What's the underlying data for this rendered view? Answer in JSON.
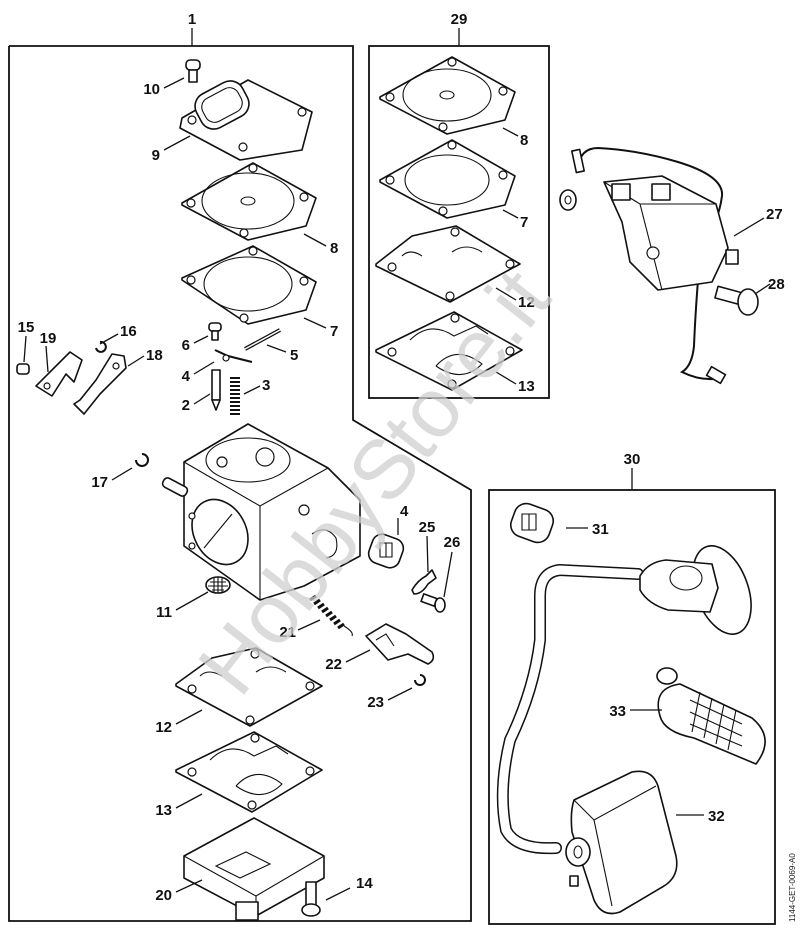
{
  "diagram": {
    "title": "Carburetor and fuel system exploded parts diagram",
    "reference_code": "1144-GET-0069-A0",
    "watermark": "HobbyStore.it",
    "groups": [
      {
        "id": "1",
        "label": "1",
        "description": "Carburetor assembly",
        "part_labels": [
          "10",
          "9",
          "8",
          "7",
          "6",
          "5",
          "4",
          "3",
          "2",
          "15",
          "16",
          "19",
          "18",
          "17",
          "4",
          "25",
          "26",
          "11",
          "21",
          "22",
          "23",
          "12",
          "13",
          "20",
          "14"
        ]
      },
      {
        "id": "29",
        "label": "29",
        "description": "Gasket / diaphragm set",
        "part_labels": [
          "8",
          "7",
          "12",
          "13"
        ]
      },
      {
        "id": "30",
        "label": "30",
        "description": "Fuel hose and pickup assembly",
        "part_labels": [
          "31",
          "33",
          "32"
        ]
      }
    ],
    "standalone_labels": [
      "27",
      "28"
    ],
    "labels": {
      "g1": "1",
      "g29": "29",
      "g30": "30",
      "p10": "10",
      "p9": "9",
      "p8a": "8",
      "p7a": "7",
      "p6": "6",
      "p5": "5",
      "p4a": "4",
      "p3": "3",
      "p2": "2",
      "p15": "15",
      "p16": "16",
      "p19": "19",
      "p18": "18",
      "p17": "17",
      "p4b": "4",
      "p25": "25",
      "p26": "26",
      "p11": "11",
      "p21": "21",
      "p22": "22",
      "p23": "23",
      "p12a": "12",
      "p13a": "13",
      "p20": "20",
      "p14": "14",
      "p8b": "8",
      "p7b": "7",
      "p12b": "12",
      "p13b": "13",
      "p27": "27",
      "p28": "28",
      "p31": "31",
      "p33": "33",
      "p32": "32"
    }
  }
}
